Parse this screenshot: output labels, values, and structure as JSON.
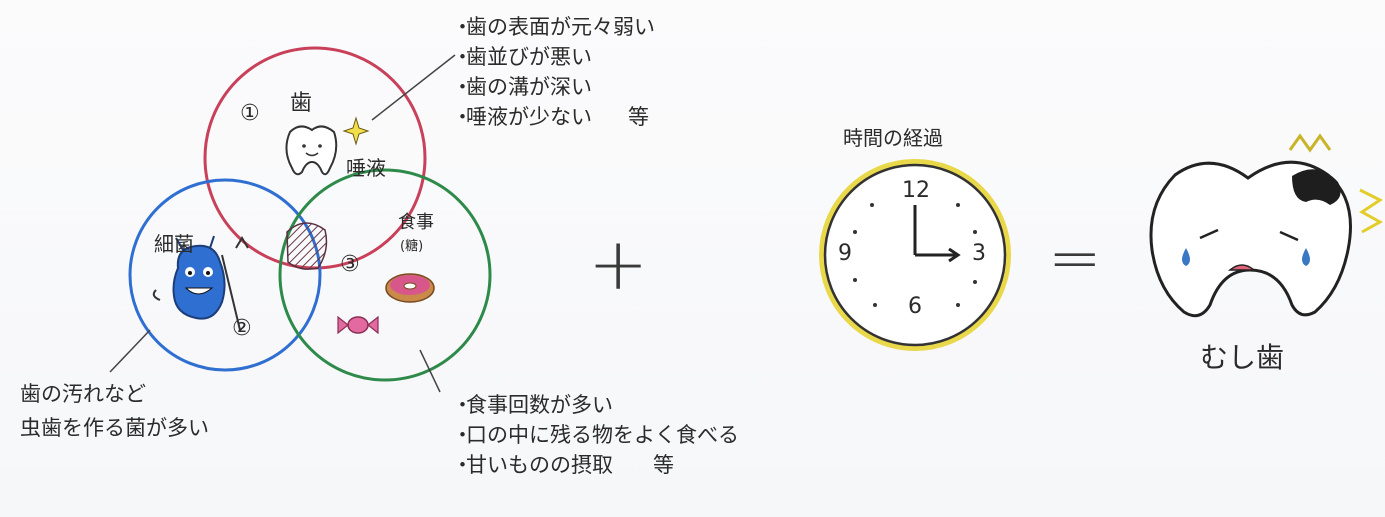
{
  "teeth_factors": {
    "items": [
      "歯の表面が元々弱い",
      "歯並びが悪い",
      "歯の溝が深い",
      "唾液が少ない"
    ],
    "etc": "等"
  },
  "venn": {
    "circle1": {
      "number": "①",
      "label": "歯",
      "sub": "唾液",
      "color": "#c8405a"
    },
    "circle2": {
      "number": "②",
      "label": "細菌",
      "color": "#2f6fd1"
    },
    "circle3": {
      "number": "③",
      "label": "食事",
      "sub": "(糖)",
      "color": "#2e8a4a"
    }
  },
  "bacteria_note": {
    "line1": "歯の汚れなど",
    "line2": "虫歯を作る菌が多い"
  },
  "diet_factors": {
    "items": [
      "食事回数が多い",
      "口の中に残る物をよく食べる",
      "甘いものの摂取"
    ],
    "etc": "等"
  },
  "operators": {
    "plus": "+",
    "equals": "="
  },
  "clock": {
    "title": "時間の経過",
    "numerals": [
      "12",
      "3",
      "6",
      "9"
    ],
    "ring_color": "#e8d84a"
  },
  "result": {
    "label": "むし歯",
    "decay_color": "#1e1e1e",
    "tear_color": "#3b78c4"
  }
}
